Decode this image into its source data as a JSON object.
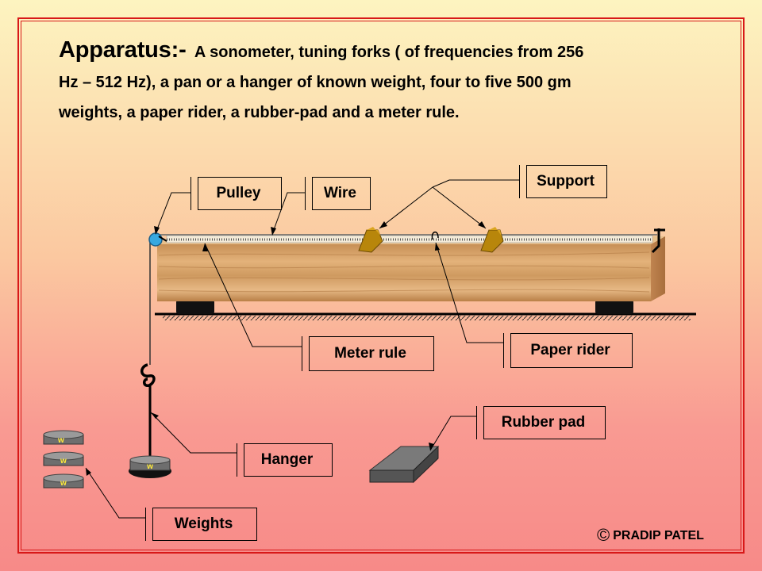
{
  "heading": {
    "title": "Apparatus:-",
    "line1": "A sonometer,  tuning forks ( of frequencies from 256",
    "line2": "Hz – 512 Hz),  a pan or a hanger of known weight,  four to five 500 gm",
    "line3": "weights, a paper rider, a rubber-pad and a meter rule."
  },
  "labels": {
    "pulley": "Pulley",
    "wire": "Wire",
    "support": "Support",
    "meter_rule": "Meter rule",
    "paper_rider": "Paper rider",
    "rubber_pad": "Rubber pad",
    "hanger": "Hanger",
    "weights": "Weights"
  },
  "weight_mark": "w",
  "copyright": {
    "symbol": "©",
    "text": "PRADIP PATEL"
  },
  "colors": {
    "frame": "#d81818",
    "wood": "#d9a56a",
    "pad": "#6b6b6b"
  }
}
